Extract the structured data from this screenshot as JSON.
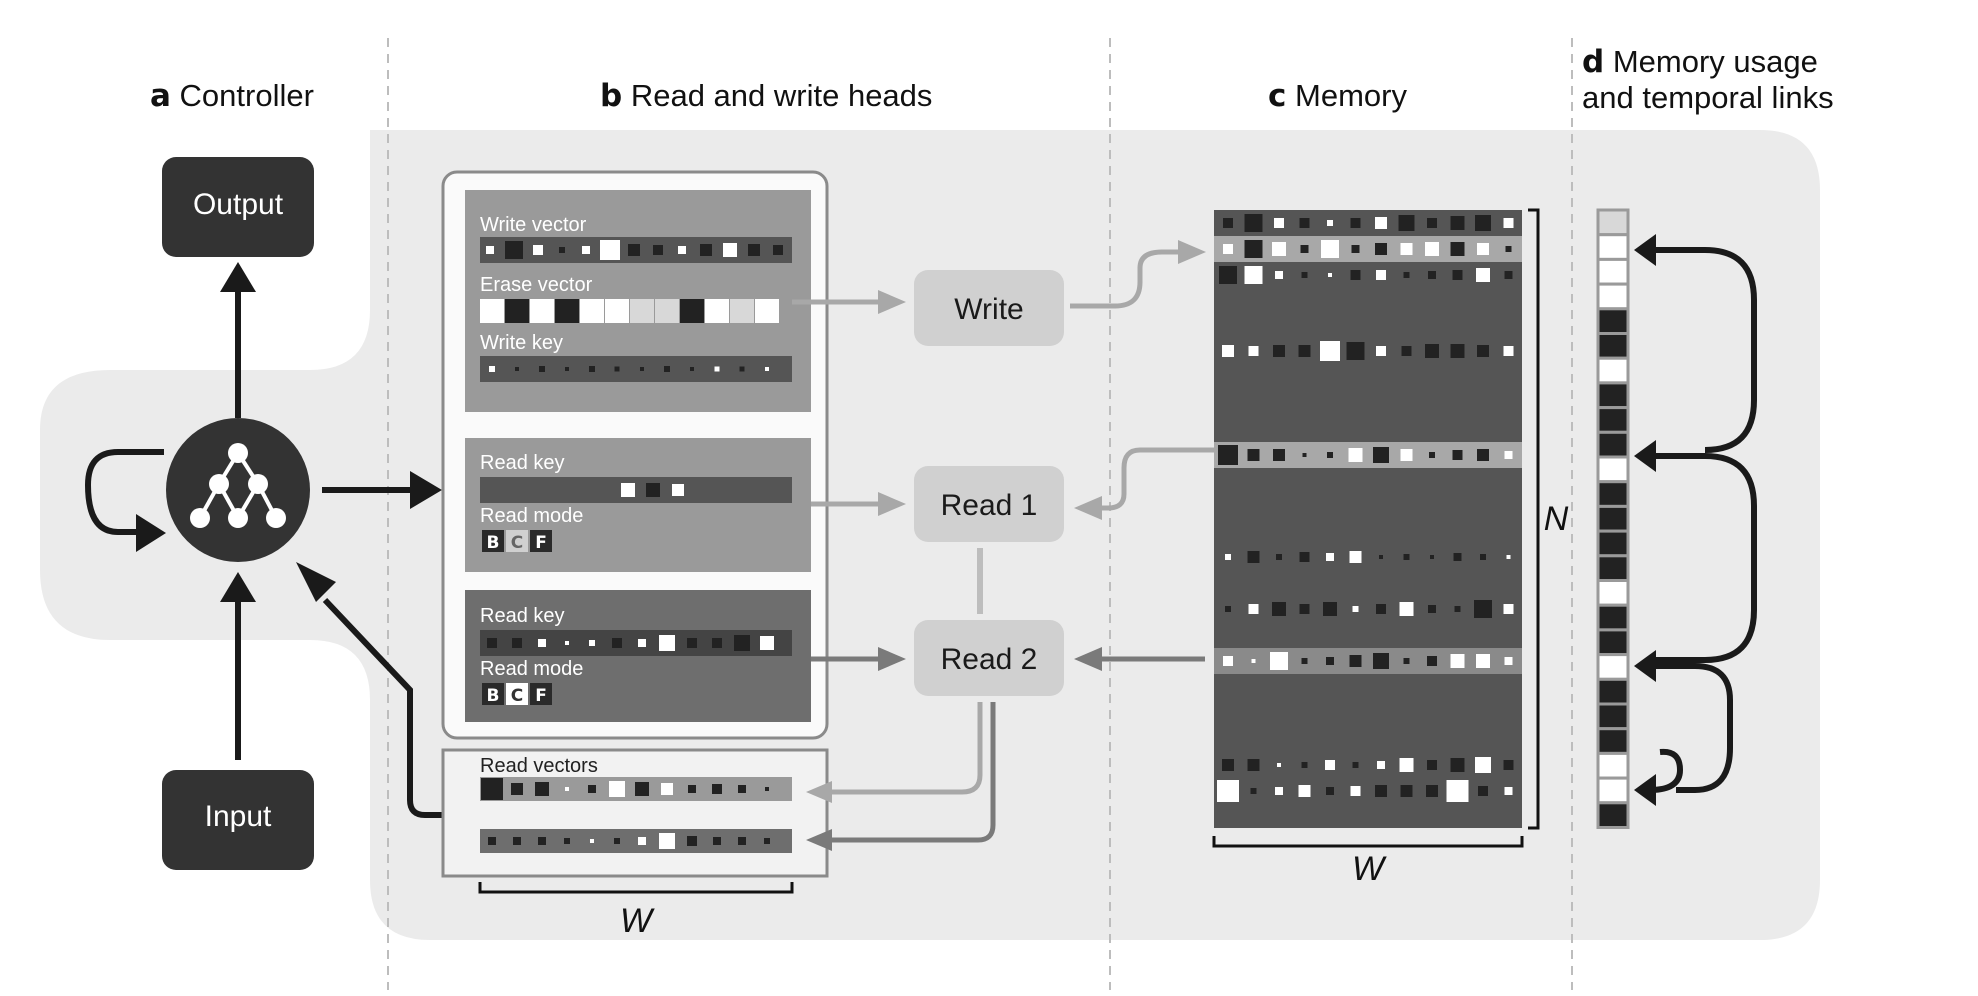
{
  "headers": {
    "a": {
      "letter": "a",
      "text": "Controller"
    },
    "b": {
      "letter": "b",
      "text": "Read and write heads"
    },
    "c": {
      "letter": "c",
      "text": "Memory"
    },
    "d": {
      "letter": "d",
      "line1": "Memory usage",
      "line2": "and temporal links"
    }
  },
  "controller": {
    "output_label": "Output",
    "input_label": "Input"
  },
  "heads": {
    "write_vector_label": "Write vector",
    "erase_vector_label": "Erase vector",
    "write_key_label": "Write key",
    "read_key_label_1": "Read key",
    "read_mode_label_1": "Read mode",
    "read_key_label_2": "Read key",
    "read_mode_label_2": "Read mode",
    "read_vectors_label": "Read vectors",
    "mode_letters": [
      "B",
      "C",
      "F"
    ],
    "width_label": "W"
  },
  "ops": {
    "write": "Write",
    "read1": "Read 1",
    "read2": "Read 2"
  },
  "memory": {
    "n_label": "N",
    "w_label": "W"
  },
  "colors": {
    "dark": "#333333",
    "panel_gray": "#9a9a9a",
    "op_box": "#d0d0d0",
    "background_blob": "#ececec"
  }
}
